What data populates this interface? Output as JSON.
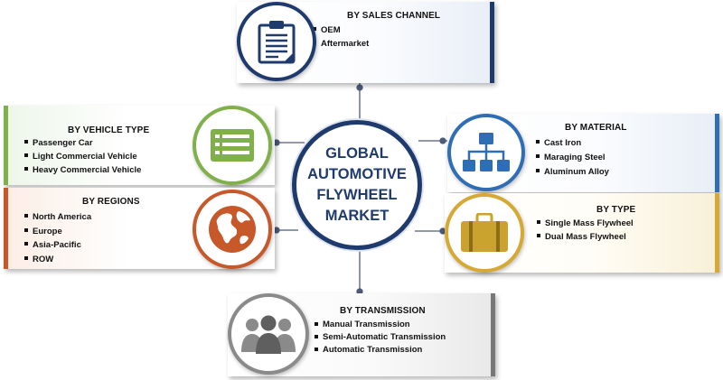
{
  "center": {
    "title": "GLOBAL\nAUTOMOTIVE\nFLYWHEEL\nMARKET"
  },
  "segments": {
    "sales_channel": {
      "title": "BY SALES CHANNEL",
      "items": [
        "OEM",
        "Aftermarket"
      ],
      "icon": "clipboard-icon",
      "color": "#1f3b6d"
    },
    "vehicle_type": {
      "title": "BY VEHICLE TYPE",
      "items": [
        "Passenger Car",
        "Light Commercial Vehicle",
        "Heavy Commercial Vehicle"
      ],
      "icon": "list-icon",
      "color": "#7fb04a"
    },
    "regions": {
      "title": "BY REGIONS",
      "items": [
        "North America",
        "Europe",
        "Asia-Pacific",
        "ROW"
      ],
      "icon": "globe-icon",
      "color": "#c6582a"
    },
    "material": {
      "title": "BY MATERIAL",
      "items": [
        "Cast Iron",
        "Maraging Steel",
        "Aluminum Alloy"
      ],
      "icon": "hierarchy-icon",
      "color": "#2f6eb5"
    },
    "type": {
      "title": "BY TYPE",
      "items": [
        "Single Mass Flywheel",
        "Dual Mass Flywheel"
      ],
      "icon": "briefcase-icon",
      "color": "#d6a834"
    },
    "transmission": {
      "title": "BY TRANSMISSION",
      "items": [
        "Manual Transmission",
        "Semi-Automatic Transmission",
        "Automatic Transmission"
      ],
      "icon": "people-icon",
      "color": "#8a8a8a"
    }
  }
}
